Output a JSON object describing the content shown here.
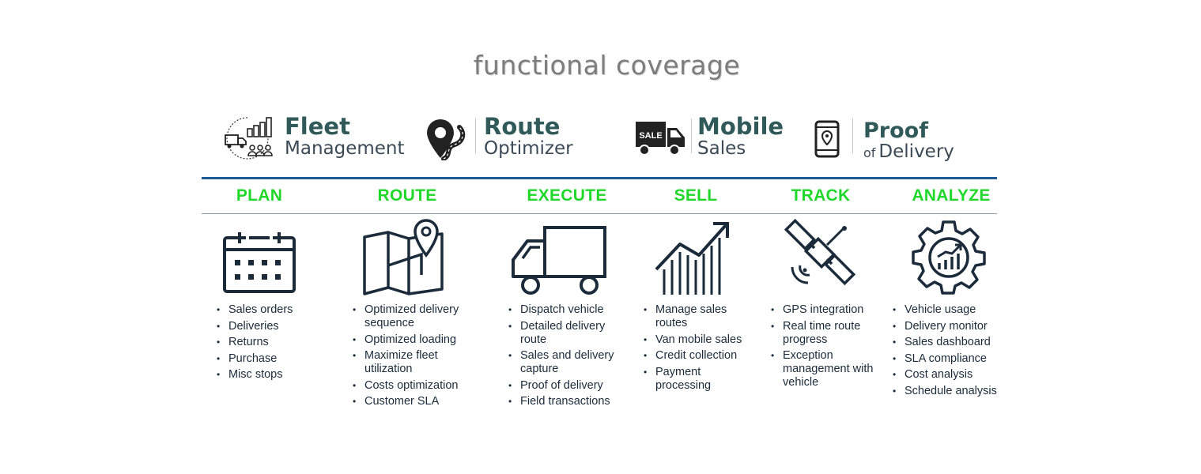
{
  "title": "functional coverage",
  "products": [
    {
      "icon": "fleet-management-icon",
      "line1": "Fleet",
      "line2": "Management"
    },
    {
      "icon": "route-optimizer-icon",
      "line1": "Route",
      "line2": "Optimizer"
    },
    {
      "icon": "mobile-sales-truck-icon",
      "icon_text": "SALE",
      "line1": "Mobile",
      "line2": "Sales"
    },
    {
      "icon": "proof-of-delivery-phone-icon",
      "line1": "Proof",
      "line2_prefix": "of",
      "line2": "Delivery"
    }
  ],
  "columns": [
    {
      "heading": "PLAN",
      "icon": "calendar-icon",
      "items": [
        "Sales orders",
        "Deliveries",
        "Returns",
        "Purchase",
        "Misc stops"
      ]
    },
    {
      "heading": "ROUTE",
      "icon": "map-pin-icon",
      "items": [
        "Optimized delivery sequence",
        "Optimized loading",
        "Maximize fleet utilization",
        "Costs optimization",
        "Customer SLA"
      ]
    },
    {
      "heading": "EXECUTE",
      "icon": "delivery-truck-icon",
      "items": [
        "Dispatch vehicle",
        "Detailed delivery route",
        "Sales and delivery capture",
        "Proof of delivery",
        "Field transactions"
      ]
    },
    {
      "heading": "SELL",
      "icon": "growth-chart-icon",
      "items": [
        "Manage sales routes",
        "Van mobile sales",
        "Credit collection",
        "Payment processing"
      ]
    },
    {
      "heading": "TRACK",
      "icon": "satellite-icon",
      "items": [
        "GPS integration",
        "Real time route progress",
        "Exception management with vehicle"
      ]
    },
    {
      "heading": "ANALYZE",
      "icon": "gear-analytics-icon",
      "items": [
        "Vehicle usage",
        "Delivery monitor",
        "Sales dashboard",
        "SLA compliance",
        "Cost analysis",
        "Schedule analysis"
      ]
    }
  ],
  "colors": {
    "heading_green": "#1fd82a",
    "rule_blue": "#1f5b96",
    "product_teal": "#2f5a59",
    "icon_navy": "#1b2b3a"
  }
}
